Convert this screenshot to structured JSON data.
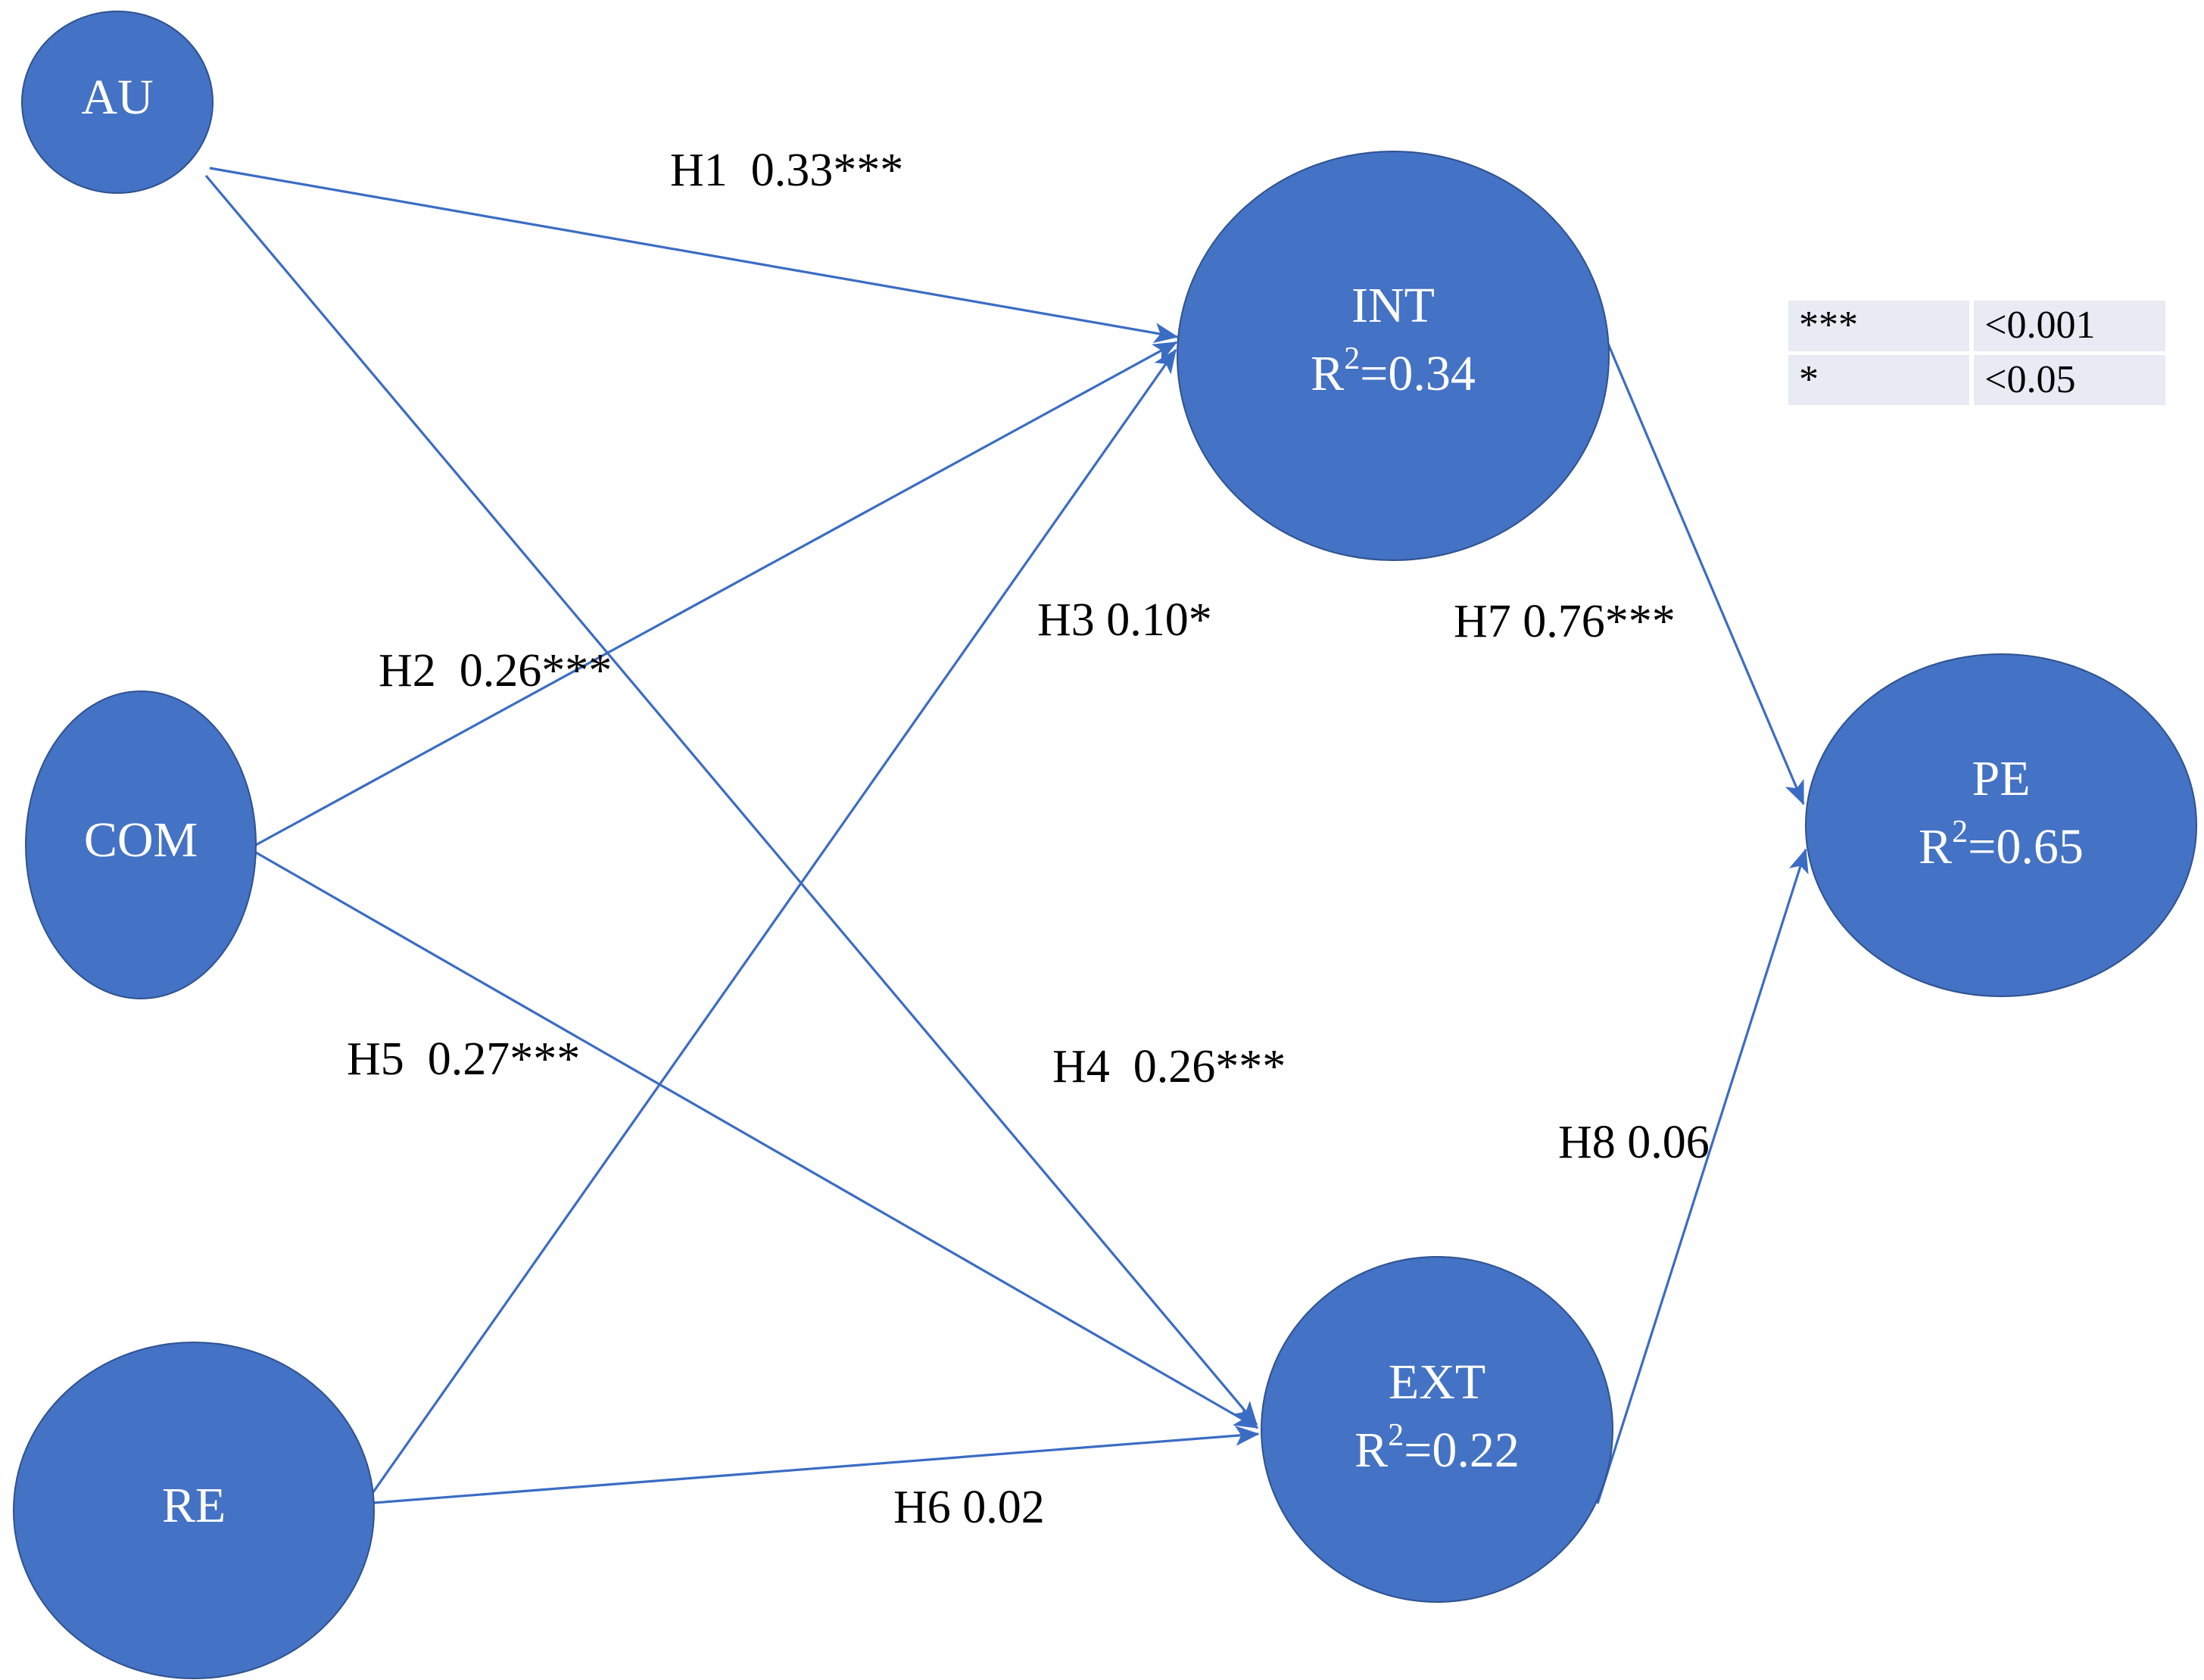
{
  "diagram": {
    "type": "path-model",
    "title": "",
    "node_fill_color": "#4472C4",
    "node_text_color": "#FFFFFF",
    "edge_color": "#3B6CC4",
    "legend_cell_color": "#E8EAF4",
    "nodes": [
      {
        "id": "AU",
        "label": "AU",
        "r2": "",
        "has_r2": false
      },
      {
        "id": "COM",
        "label": "COM",
        "r2": "",
        "has_r2": false
      },
      {
        "id": "RE",
        "label": "RE",
        "r2": "",
        "has_r2": false
      },
      {
        "id": "INT",
        "label": "INT",
        "r2": "R²=0.34",
        "r2_base": "R",
        "r2_exp": "2",
        "r2_rest": "=0.34",
        "has_r2": true
      },
      {
        "id": "EXT",
        "label": "EXT",
        "r2": "R²=0.22",
        "r2_base": "R",
        "r2_exp": "2",
        "r2_rest": "=0.22",
        "has_r2": true
      },
      {
        "id": "PE",
        "label": "PE",
        "r2": "R²=0.65",
        "r2_base": "R",
        "r2_exp": "2",
        "r2_rest": "=0.65",
        "has_r2": true
      }
    ],
    "edges": [
      {
        "id": "H1",
        "from": "AU",
        "to": "INT",
        "label": "H1  0.33***",
        "hypothesis": "H1",
        "coefficient": "0.33",
        "significance": "***"
      },
      {
        "id": "H2",
        "from": "COM",
        "to": "INT",
        "label": "H2  0.26***",
        "hypothesis": "H2",
        "coefficient": "0.26",
        "significance": "***"
      },
      {
        "id": "H3",
        "from": "RE",
        "to": "INT",
        "label": "H3 0.10*",
        "hypothesis": "H3",
        "coefficient": "0.10",
        "significance": "*"
      },
      {
        "id": "H4",
        "from": "AU",
        "to": "EXT",
        "label": "H4  0.26***",
        "hypothesis": "H4",
        "coefficient": "0.26",
        "significance": "***"
      },
      {
        "id": "H5",
        "from": "COM",
        "to": "EXT",
        "label": "H5  0.27***",
        "hypothesis": "H5",
        "coefficient": "0.27",
        "significance": "***"
      },
      {
        "id": "H6",
        "from": "RE",
        "to": "EXT",
        "label": "H6 0.02",
        "hypothesis": "H6",
        "coefficient": "0.02",
        "significance": ""
      },
      {
        "id": "H7",
        "from": "INT",
        "to": "PE",
        "label": "H7 0.76***",
        "hypothesis": "H7",
        "coefficient": "0.76",
        "significance": "***"
      },
      {
        "id": "H8",
        "from": "EXT",
        "to": "PE",
        "label": "H8 0.06",
        "hypothesis": "H8",
        "coefficient": "0.06",
        "significance": ""
      }
    ],
    "legend": {
      "rows": [
        {
          "symbol": "***",
          "value": "<0.001"
        },
        {
          "symbol": "*",
          "value": "<0.05"
        }
      ]
    }
  },
  "chart_data": {
    "type": "diagram",
    "title": "",
    "nodes": [
      "AU",
      "COM",
      "RE",
      "INT",
      "EXT",
      "PE"
    ],
    "r_squared": {
      "INT": 0.34,
      "EXT": 0.22,
      "PE": 0.65
    },
    "paths": [
      {
        "hypothesis": "H1",
        "from": "AU",
        "to": "INT",
        "beta": 0.33,
        "sig": "***"
      },
      {
        "hypothesis": "H2",
        "from": "COM",
        "to": "INT",
        "beta": 0.26,
        "sig": "***"
      },
      {
        "hypothesis": "H3",
        "from": "RE",
        "to": "INT",
        "beta": 0.1,
        "sig": "*"
      },
      {
        "hypothesis": "H4",
        "from": "AU",
        "to": "EXT",
        "beta": 0.26,
        "sig": "***"
      },
      {
        "hypothesis": "H5",
        "from": "COM",
        "to": "EXT",
        "beta": 0.27,
        "sig": "***"
      },
      {
        "hypothesis": "H6",
        "from": "RE",
        "to": "EXT",
        "beta": 0.02,
        "sig": ""
      },
      {
        "hypothesis": "H7",
        "from": "INT",
        "to": "PE",
        "beta": 0.76,
        "sig": "***"
      },
      {
        "hypothesis": "H8",
        "from": "EXT",
        "to": "PE",
        "beta": 0.06,
        "sig": ""
      }
    ],
    "legend": [
      {
        "symbol": "***",
        "p": "<0.001"
      },
      {
        "symbol": "*",
        "p": "<0.05"
      }
    ]
  }
}
